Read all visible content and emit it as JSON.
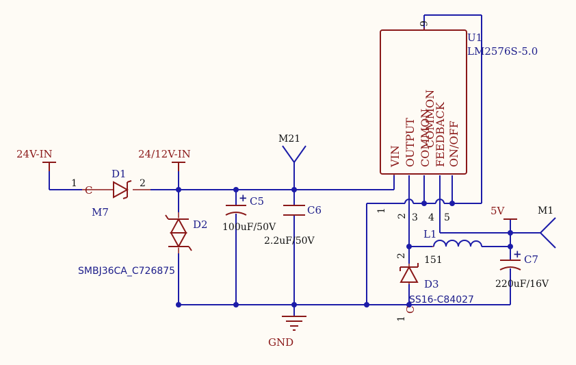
{
  "nets": {
    "vin": "24V-IN",
    "vin_sel": "24/12V-IN",
    "m21": "M21",
    "gnd": "GND",
    "v5": "5V",
    "m1": "M1"
  },
  "d1": {
    "ref": "D1",
    "pin1": "1",
    "pin2": "2",
    "cathode": "C",
    "footprint": "M7"
  },
  "d2": {
    "ref": "D2",
    "value": "SMBJ36CA_C726875"
  },
  "c5": {
    "ref": "C5",
    "value": "100uF/50V",
    "polarity": "+"
  },
  "c6": {
    "ref": "C6",
    "value": "2.2uF/50V"
  },
  "u1": {
    "ref": "U1",
    "value": "LM2576S-5.0",
    "pin6": "6",
    "pins": [
      {
        "num": "",
        "name": "VIN"
      },
      {
        "num": "2",
        "name": "OUTPUT"
      },
      {
        "num": "3",
        "name": "COMMON"
      },
      {
        "num": "",
        "name": "COMMON"
      },
      {
        "num": "4",
        "name": "FEEDBACK"
      },
      {
        "num": "5",
        "name": "ON/OFF"
      }
    ],
    "left_pin1": "1"
  },
  "l1": {
    "ref": "L1",
    "value": "151"
  },
  "d3": {
    "ref": "D3",
    "value": "SS16-C84027",
    "pin1": "1",
    "pin2": "2",
    "cathode": "C"
  },
  "c7": {
    "ref": "C7",
    "value": "220uF/16V",
    "polarity": "+"
  }
}
